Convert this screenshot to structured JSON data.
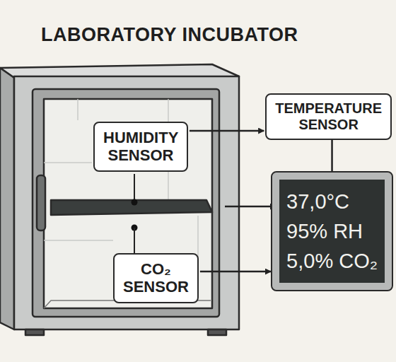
{
  "diagram": {
    "title": "LABORATORY INCUBATOR",
    "nodes": [
      {
        "text": [
          "HUMIDITY SENSOR"
        ]
      },
      {
        "text": [
          "TEMPERATURE SENSOR"
        ]
      },
      {
        "text": [
          "37,0°C",
          "95% RH",
          "5,0% CO₂"
        ]
      },
      {
        "text": [
          "CO₂ SENSOR"
        ]
      }
    ],
    "edges": [
      {
        "from": 0,
        "to": 1,
        "arrow": "to"
      },
      {
        "from": 1,
        "to": 2,
        "arrow": "none"
      },
      {
        "from": 3,
        "to": 2,
        "arrow": "to"
      }
    ]
  }
}
